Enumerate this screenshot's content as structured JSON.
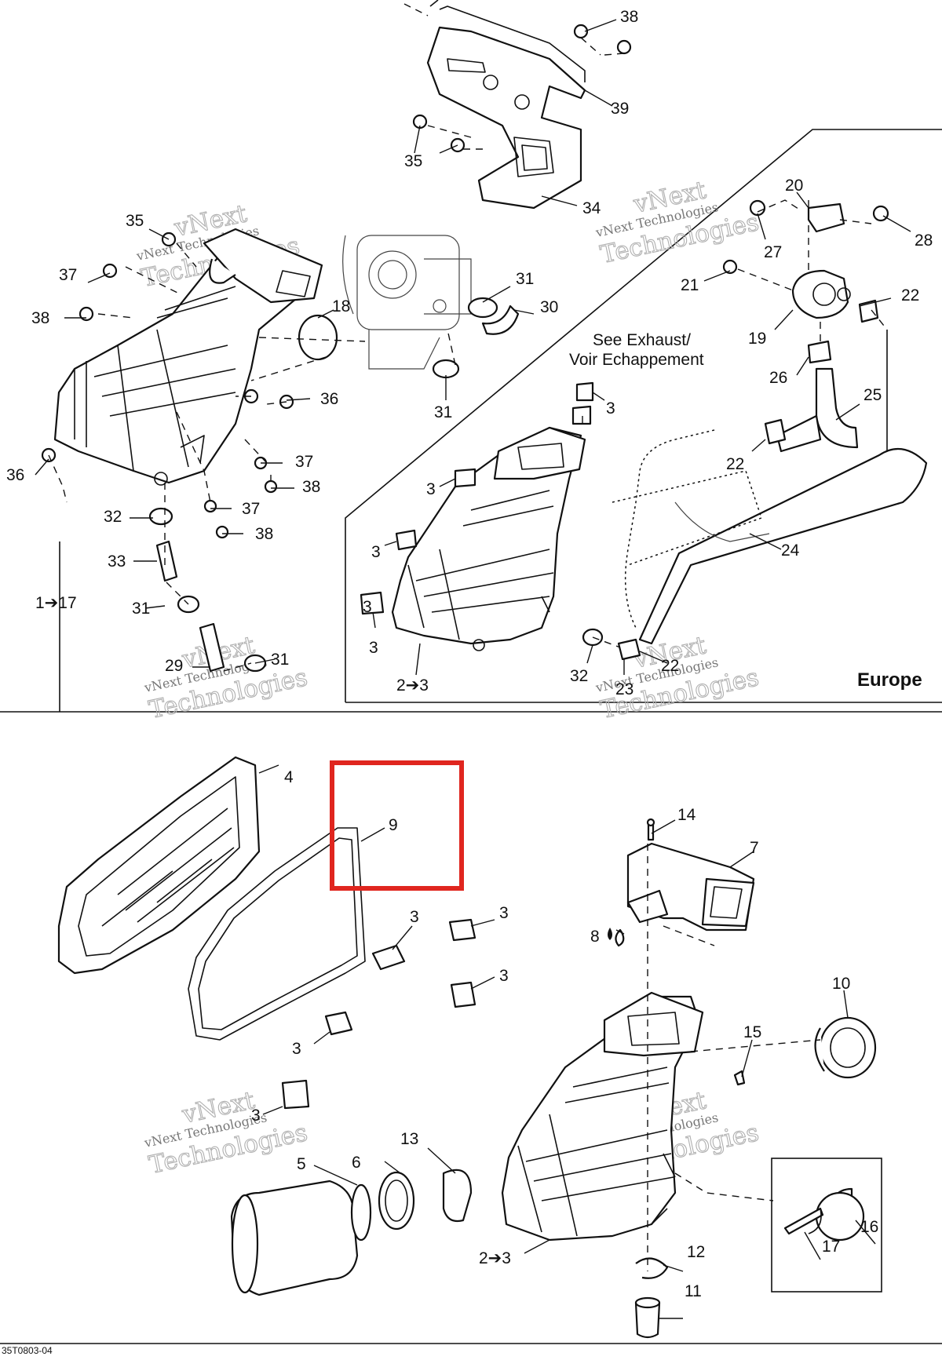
{
  "diagram": {
    "figure_code": "35T0803-04",
    "region_label": "Europe",
    "note_line1": "See Exhaust/",
    "note_line2": "Voir Echappement",
    "watermark": {
      "line1": "vNext",
      "line2": "vNext Technologies",
      "line3": "Technologies"
    },
    "highlight_color": "#e0261f",
    "callouts": [
      "38",
      "39",
      "35",
      "34",
      "20",
      "27",
      "28",
      "21",
      "22",
      "19",
      "26",
      "25",
      "35",
      "37",
      "38",
      "18",
      "31",
      "30",
      "31",
      "36",
      "36",
      "37",
      "38",
      "37",
      "38",
      "32",
      "33",
      "31",
      "29",
      "31",
      "1➔17",
      "3",
      "3",
      "3",
      "3",
      "3",
      "2➔3",
      "32",
      "23",
      "22",
      "22",
      "24",
      "4",
      "9",
      "3",
      "3",
      "3",
      "3",
      "3",
      "14",
      "7",
      "8",
      "10",
      "15",
      "13",
      "6",
      "5",
      "2➔3",
      "12",
      "11",
      "16",
      "17"
    ]
  }
}
